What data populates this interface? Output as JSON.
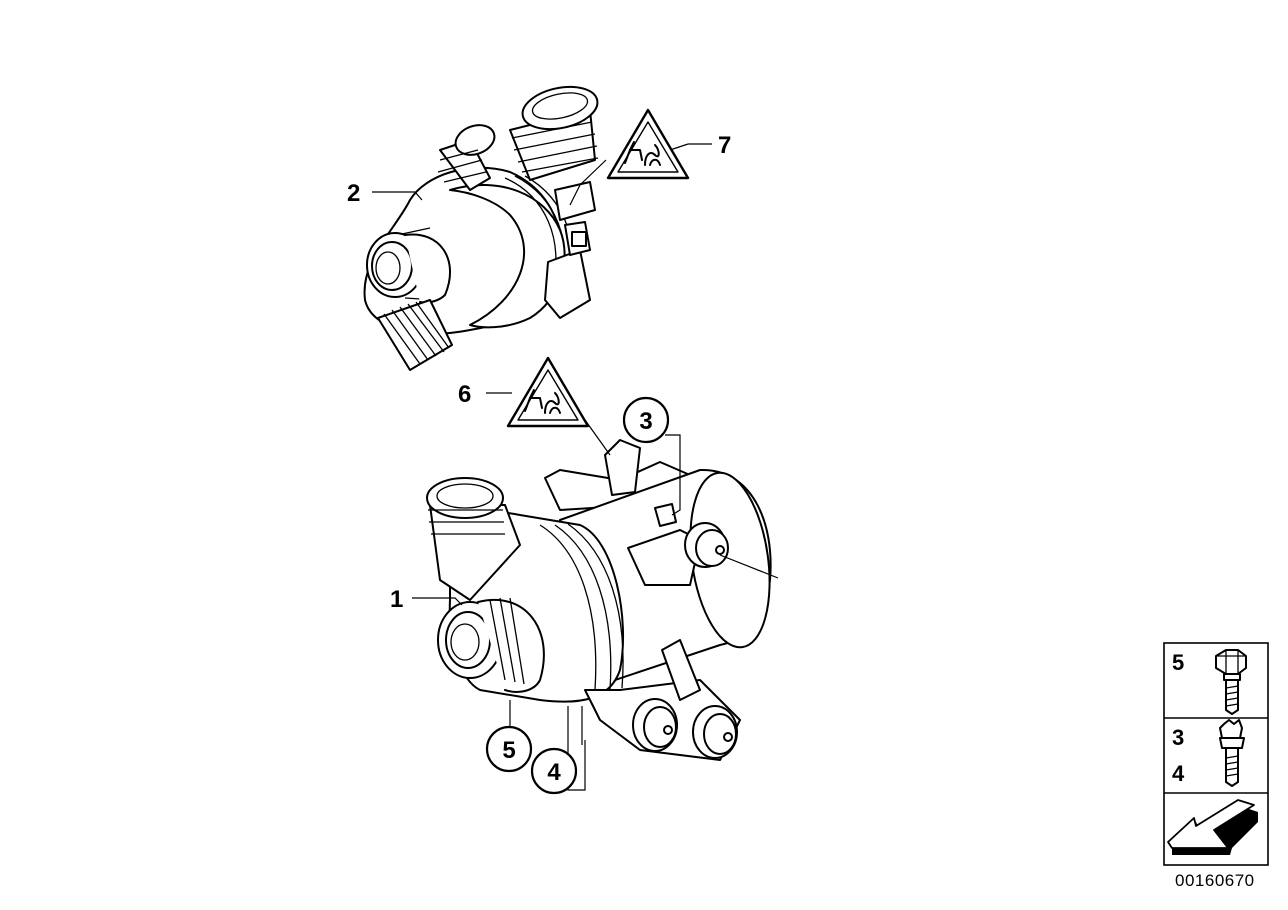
{
  "callouts": {
    "part_1": "1",
    "part_2": "2",
    "part_3": "3",
    "part_4": "4",
    "part_5": "5",
    "part_6": "6",
    "part_7": "7"
  },
  "legend": {
    "row1_label": "5",
    "row2_label_a": "3",
    "row2_label_b": "4"
  },
  "document_number": "00160670"
}
